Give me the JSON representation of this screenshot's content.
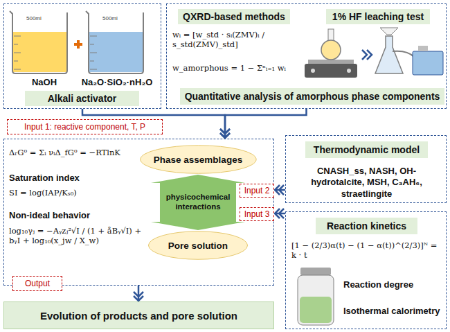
{
  "diagram": {
    "nodes": [
      {
        "text": [
          "NaOH",
          "Na₂O·SiO₂·nH₂O"
        ]
      },
      {
        "text": [
          "Alkali activator"
        ],
        "in": 0
      },
      {
        "text": [
          "wᵢ = [w_std · sᵢ(ZMV)ᵢ / s_std(ZMV)_std]",
          "w_amorphous = 1 − Σⁿᵢ₌₁ wᵢ"
        ]
      },
      {
        "text": [
          "QXRD-based methods"
        ],
        "in": 2
      },
      {
        "text": [
          "1% HF leaching test"
        ],
        "in": 2
      },
      {
        "text": [
          "Quantitative analysis of amorphous phase components"
        ],
        "in": 2
      },
      {
        "text": [
          "Input 1: reactive component, T, P"
        ]
      },
      {
        "text": [
          "ΔᵣG⁰ = Σᵢ νᵢΔ_fG⁰ = −RTlnK",
          "Saturation index",
          "SI = log(IAP/Kₛ₀)",
          "Non-ideal behavior",
          "log₁₀γⱼ = −Aᵧzⱼ²√I / (1 + åBᵧ√I) + bᵧI + log₁₀(x_jw / X_w)"
        ]
      },
      {
        "text": [
          "Phase assemblages"
        ],
        "in": 7
      },
      {
        "text": [
          "Pore solution"
        ],
        "in": 7
      },
      {
        "text": [
          "Input 2"
        ],
        "in": 7
      },
      {
        "text": [
          "Input 3"
        ],
        "in": 7
      },
      {
        "text": [
          "Output"
        ]
      },
      {
        "text": [
          "Evolution of products and pore solution"
        ]
      },
      {
        "text": [
          "CNASH_ss, NASH, OH-hydrotalcite, MSH, C₃AH₆, straetlingite"
        ]
      },
      {
        "text": [
          "Thermodynamic model"
        ],
        "in": 14
      },
      {
        "text": [
          "[1 − (2/3)α(t) − (1 − α(t))^(2/3)]ᴺ = k · t",
          "Reaction degree",
          "Isothermal calorimetry"
        ]
      },
      {
        "text": [
          "Reaction kinetics"
        ],
        "in": 16
      }
    ],
    "edges": [
      {
        "from": 0,
        "to": 7,
        "arrow": "to"
      },
      {
        "from": 2,
        "to": 7,
        "arrow": "to"
      },
      {
        "from": 14,
        "to": 7,
        "arrow": "to"
      },
      {
        "from": 16,
        "to": 7,
        "arrow": "to"
      },
      {
        "from": 7,
        "to": 13,
        "arrow": "to"
      },
      {
        "from": 8,
        "to": 9,
        "label": "physicochemical interactions",
        "arrow": "both"
      }
    ],
    "labels": [
      "500ml",
      "500ml"
    ]
  }
}
